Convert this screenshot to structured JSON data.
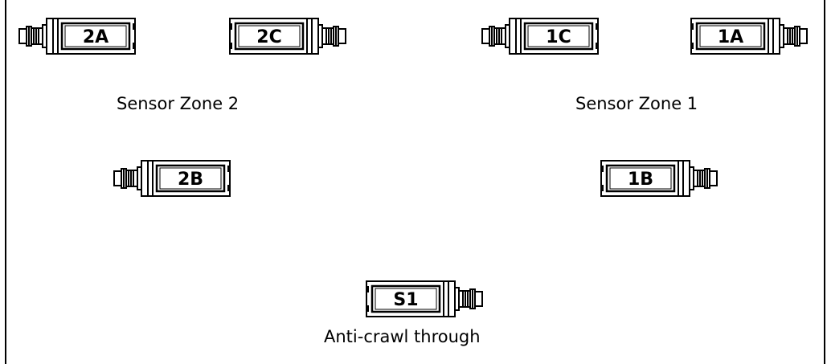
{
  "sensors": [
    {
      "id": "2A",
      "label": "2A",
      "connector": "left"
    },
    {
      "id": "2C",
      "label": "2C",
      "connector": "right"
    },
    {
      "id": "1C",
      "label": "1C",
      "connector": "left"
    },
    {
      "id": "1A",
      "label": "1A",
      "connector": "right"
    },
    {
      "id": "2B",
      "label": "2B",
      "connector": "left"
    },
    {
      "id": "1B",
      "label": "1B",
      "connector": "right"
    },
    {
      "id": "S1",
      "label": "S1",
      "connector": "right"
    }
  ],
  "labels": {
    "zone2": "Sensor Zone 2",
    "zone1": "Sensor Zone 1",
    "anticrawl": "Anti-crawl through"
  }
}
